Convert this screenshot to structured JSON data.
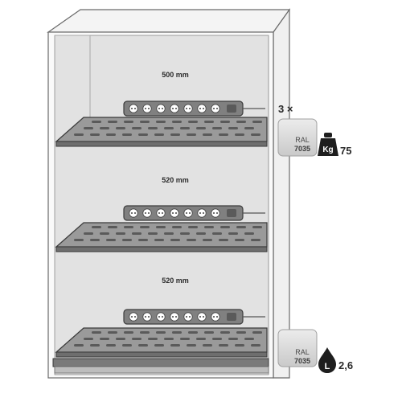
{
  "shelves": [
    {
      "label": "500 mm"
    },
    {
      "label": "520 mm"
    },
    {
      "label": "520 mm"
    }
  ],
  "spec_top": {
    "count": "3 ×",
    "ral_label": "RAL",
    "ral_code": "7035",
    "weight_icon_text": "Kg",
    "weight_value": "75"
  },
  "spec_bottom": {
    "ral_label": "RAL",
    "ral_code": "7035",
    "volume_icon_text": "L",
    "volume_value": "2,6"
  },
  "colors": {
    "cabinet_interior": "#e2e2e2",
    "cabinet_outline": "#6a6a6a",
    "shelf": "#7a7a7a",
    "socket_strip": "#808080",
    "swatch_ral_7035": "#d7d7d7"
  },
  "icons": [
    "power-strip-icon",
    "weight-kg-icon",
    "volume-liter-icon"
  ]
}
